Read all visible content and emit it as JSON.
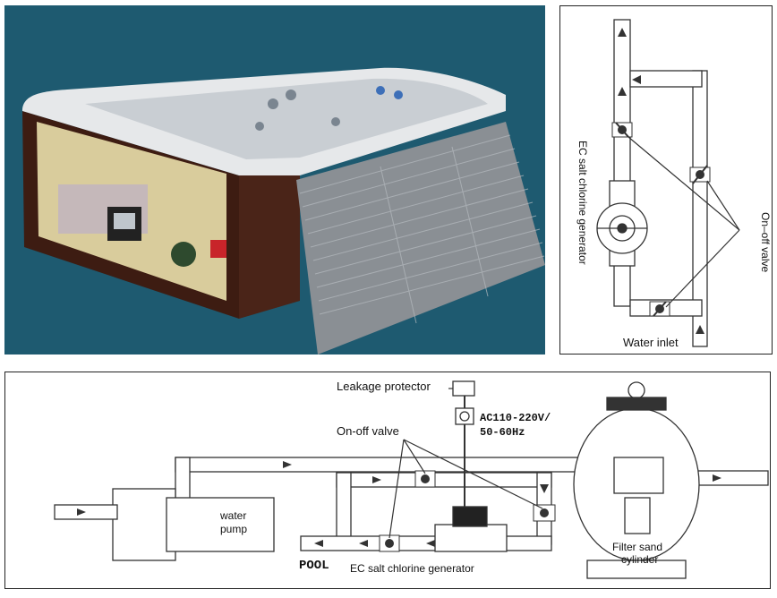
{
  "top_diagram": {
    "generator_label": "EC salt chlorine generator",
    "valve_label": "On–off valve",
    "inlet_label": "Water inlet"
  },
  "bottom_diagram": {
    "leakage_label": "Leakage protector",
    "power_line1": "AC110-220V/",
    "power_line2": "50-60Hz",
    "valve_label": "On-off valve",
    "pump_line1": "water",
    "pump_line2": "pump",
    "pool_label": "POOL",
    "generator_label": "EC salt chlorine generator",
    "filter_line1": "Filter sand",
    "filter_line2": "cylinder"
  },
  "colors": {
    "photo_bg": "#1e5a70",
    "spa_shell": "#e6e8ea",
    "cabinet": "#4a2418",
    "insulation": "#8a8f94"
  }
}
